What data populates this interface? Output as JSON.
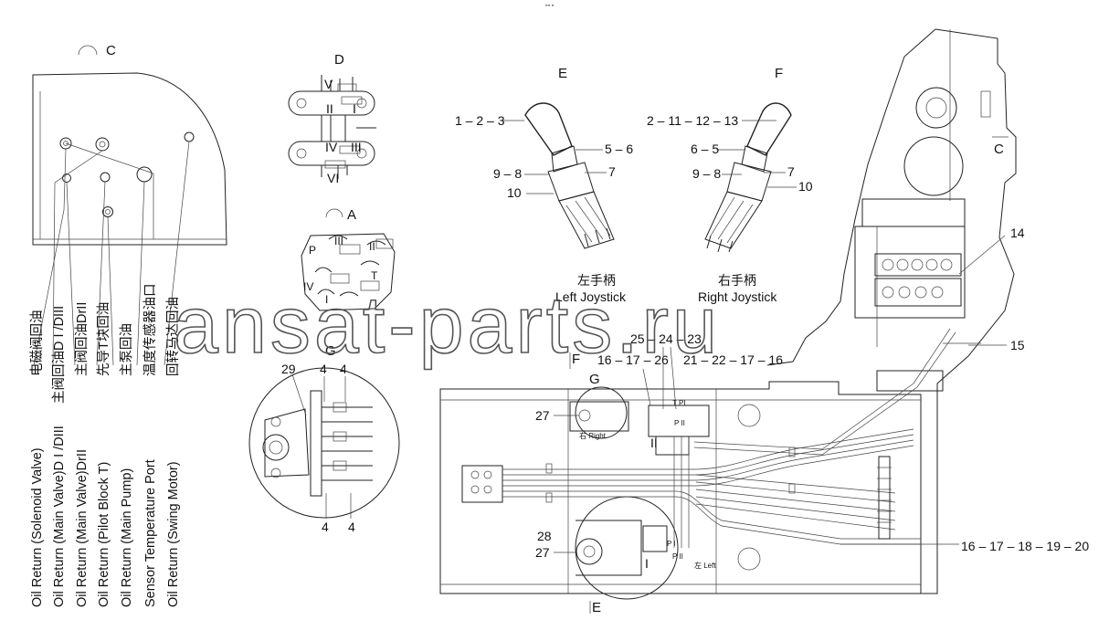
{
  "top_mark": "\"″ ″",
  "section_letters": {
    "c_top": "C",
    "d": "D",
    "e": "E",
    "f": "F",
    "a": "A",
    "g_upper": "G",
    "c_right": "C",
    "f_lower": "F",
    "g_lower": "G",
    "e_bottom": "E"
  },
  "d_detail_romans": [
    "V",
    "II",
    "I",
    "IV",
    "III",
    "VI"
  ],
  "a_detail_labels": [
    "III",
    "II",
    "P",
    "IV",
    "I",
    "T"
  ],
  "joysticks": {
    "left": {
      "cn": "左手柄",
      "en": "Left Joystick",
      "callouts": [
        "1 – 2 – 3",
        "5 – 6",
        "9 – 8",
        "7",
        "10"
      ]
    },
    "right": {
      "cn": "右手柄",
      "en": "Right Joystick",
      "callouts": [
        "2 – 11 – 12 – 13",
        "6 – 5",
        "9 – 8",
        "7",
        "10"
      ]
    }
  },
  "g_detail_callouts": [
    "29",
    "4",
    "4",
    "4",
    "4"
  ],
  "port_list": [
    {
      "cn": "电磁阀回油",
      "en": "Oil Return (Solenoid Valve)"
    },
    {
      "cn": "主阀回油D I /DIII",
      "en": "Oil Return (Main Valve)D I /DIII"
    },
    {
      "cn": "主阀回油DrII",
      "en": "Oil Return (Main Valve)DrII"
    },
    {
      "cn": "先导T块回油",
      "en": "Oil Return (Pilot Block T)"
    },
    {
      "cn": "主泵回油",
      "en": "Oil Return (Main Pump)"
    },
    {
      "cn": "温度传感器油口",
      "en": "Sensor Temperature Port"
    },
    {
      "cn": "回转马达回油",
      "en": "Oil Return (Swing Motor)"
    }
  ],
  "main_callouts": {
    "c14": "14",
    "c15": "15",
    "top_group": "25 – 24 – 23",
    "left_group": "16 – 17 – 26",
    "right_group": "21 – 22 – 17 – 16",
    "c27_top": "27",
    "c27_bottom": "27",
    "c28": "28",
    "bottom_group": "16 – 17 – 18 – 19 – 20",
    "roman_ii": "II",
    "roman_i": "I"
  },
  "small_labels": {
    "right_tag": "右 Right",
    "left_tag": "左 Left",
    "pii_tag": "P II",
    "ti_tag": "T PI",
    "pi_tag": "P I",
    "pii_bottom": "P II"
  },
  "watermark": "ansat-parts.ru"
}
